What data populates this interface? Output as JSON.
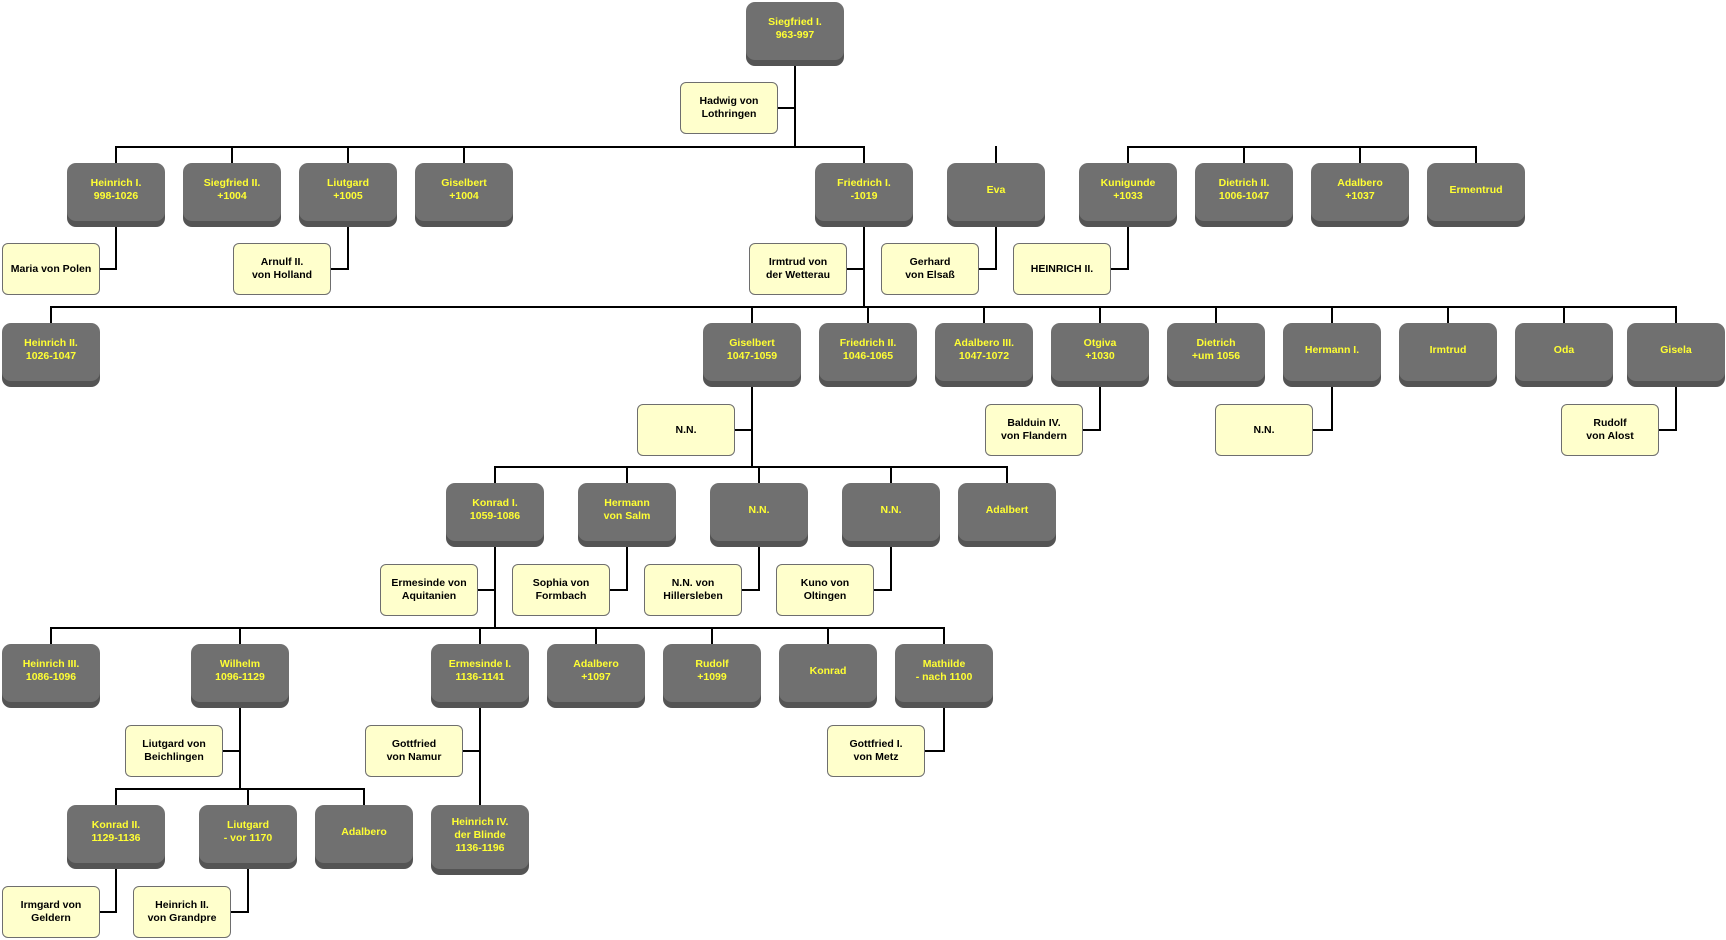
{
  "colors": {
    "member_fill": "#707070",
    "member_shade": "#545454",
    "member_text": "#ffff33",
    "spouse_fill": "#ffffcc",
    "spouse_text": "#000000",
    "line": "#000000"
  },
  "members": [
    {
      "id": "siegfried1",
      "name": "Siegfried I.",
      "info": "963-997"
    },
    {
      "id": "heinrich1",
      "name": "Heinrich I.",
      "info": "998-1026"
    },
    {
      "id": "siegfried2",
      "name": "Siegfried II.",
      "info": "+1004"
    },
    {
      "id": "liutgard1",
      "name": "Liutgard",
      "info": "+1005"
    },
    {
      "id": "giselbert1",
      "name": "Giselbert",
      "info": "+1004"
    },
    {
      "id": "friedrich1",
      "name": "Friedrich I.",
      "info": "-1019"
    },
    {
      "id": "eva",
      "name": "Eva",
      "info": ""
    },
    {
      "id": "kunigunde",
      "name": "Kunigunde",
      "info": "+1033"
    },
    {
      "id": "dietrich2",
      "name": "Dietrich II.",
      "info": "1006-1047"
    },
    {
      "id": "adalbero1",
      "name": "Adalbero",
      "info": "+1037"
    },
    {
      "id": "ermentrud",
      "name": "Ermentrud",
      "info": ""
    },
    {
      "id": "heinrich2",
      "name": "Heinrich II.",
      "info": "1026-1047"
    },
    {
      "id": "giselbert2",
      "name": "Giselbert",
      "info": "1047-1059"
    },
    {
      "id": "friedrich2",
      "name": "Friedrich II.",
      "info": "1046-1065"
    },
    {
      "id": "adalbero3",
      "name": "Adalbero III.",
      "info": "1047-1072"
    },
    {
      "id": "otgiva",
      "name": "Otgiva",
      "info": "+1030"
    },
    {
      "id": "dietrich3",
      "name": "Dietrich",
      "info": "+um 1056"
    },
    {
      "id": "hermann1",
      "name": "Hermann I.",
      "info": ""
    },
    {
      "id": "irmtrud",
      "name": "Irmtrud",
      "info": ""
    },
    {
      "id": "oda",
      "name": "Oda",
      "info": ""
    },
    {
      "id": "gisela",
      "name": "Gisela",
      "info": ""
    },
    {
      "id": "konrad1",
      "name": "Konrad I.",
      "info": "1059-1086"
    },
    {
      "id": "hermannsalm",
      "name": "Hermann",
      "info": "von Salm"
    },
    {
      "id": "nn1",
      "name": "N.N.",
      "info": ""
    },
    {
      "id": "nn2",
      "name": "N.N.",
      "info": ""
    },
    {
      "id": "adalbert",
      "name": "Adalbert",
      "info": ""
    },
    {
      "id": "heinrich3",
      "name": "Heinrich III.",
      "info": "1086-1096"
    },
    {
      "id": "wilhelm",
      "name": "Wilhelm",
      "info": "1096-1129"
    },
    {
      "id": "ermesinde1",
      "name": "Ermesinde I.",
      "info": "1136-1141"
    },
    {
      "id": "adalbero4",
      "name": "Adalbero",
      "info": "+1097"
    },
    {
      "id": "rudolf",
      "name": "Rudolf",
      "info": "+1099"
    },
    {
      "id": "konrad",
      "name": "Konrad",
      "info": ""
    },
    {
      "id": "mathilde",
      "name": "Mathilde",
      "info": "- nach 1100"
    },
    {
      "id": "konrad2",
      "name": "Konrad II.",
      "info": "1129-1136"
    },
    {
      "id": "liutgard2",
      "name": "Liutgard",
      "info": "- vor 1170"
    },
    {
      "id": "adalbero5",
      "name": "Adalbero",
      "info": ""
    },
    {
      "id": "heinrich4",
      "name": "Heinrich IV.",
      "info": "der Blinde",
      "info2": "1136-1196"
    }
  ],
  "spouses": [
    {
      "id": "hadwig",
      "line1": "Hadwig von",
      "line2": "Lothringen"
    },
    {
      "id": "maria",
      "line1": "Maria von Polen",
      "line2": ""
    },
    {
      "id": "arnulf",
      "line1": "Arnulf II.",
      "line2": "von Holland"
    },
    {
      "id": "irmtrudw",
      "line1": "Irmtrud von",
      "line2": "der Wetterau"
    },
    {
      "id": "gerhard",
      "line1": "Gerhard",
      "line2": "von Elsaß"
    },
    {
      "id": "heinrichk",
      "line1": "HEINRICH II.",
      "line2": ""
    },
    {
      "id": "nns1",
      "line1": "N.N.",
      "line2": ""
    },
    {
      "id": "balduin",
      "line1": "Balduin IV.",
      "line2": "von Flandern"
    },
    {
      "id": "nns2",
      "line1": "N.N.",
      "line2": ""
    },
    {
      "id": "rudolfalost",
      "line1": "Rudolf",
      "line2": "von Alost"
    },
    {
      "id": "ermesindeaq",
      "line1": "Ermesinde von",
      "line2": "Aquitanien"
    },
    {
      "id": "sophia",
      "line1": "Sophia von",
      "line2": "Formbach"
    },
    {
      "id": "nnhill",
      "line1": "N.N. von",
      "line2": "Hillersleben"
    },
    {
      "id": "kuno",
      "line1": "Kuno von",
      "line2": "Oltingen"
    },
    {
      "id": "liutgardb",
      "line1": "Liutgard von",
      "line2": "Beichlingen"
    },
    {
      "id": "gottfriednamur",
      "line1": "Gottfried",
      "line2": "von Namur"
    },
    {
      "id": "gottfriedmetz",
      "line1": "Gottfried I.",
      "line2": "von Metz"
    },
    {
      "id": "irmgard",
      "line1": "Irmgard von",
      "line2": "Geldern"
    },
    {
      "id": "heinrichgrandpre",
      "line1": "Heinrich II.",
      "line2": "von Grandpre"
    }
  ]
}
